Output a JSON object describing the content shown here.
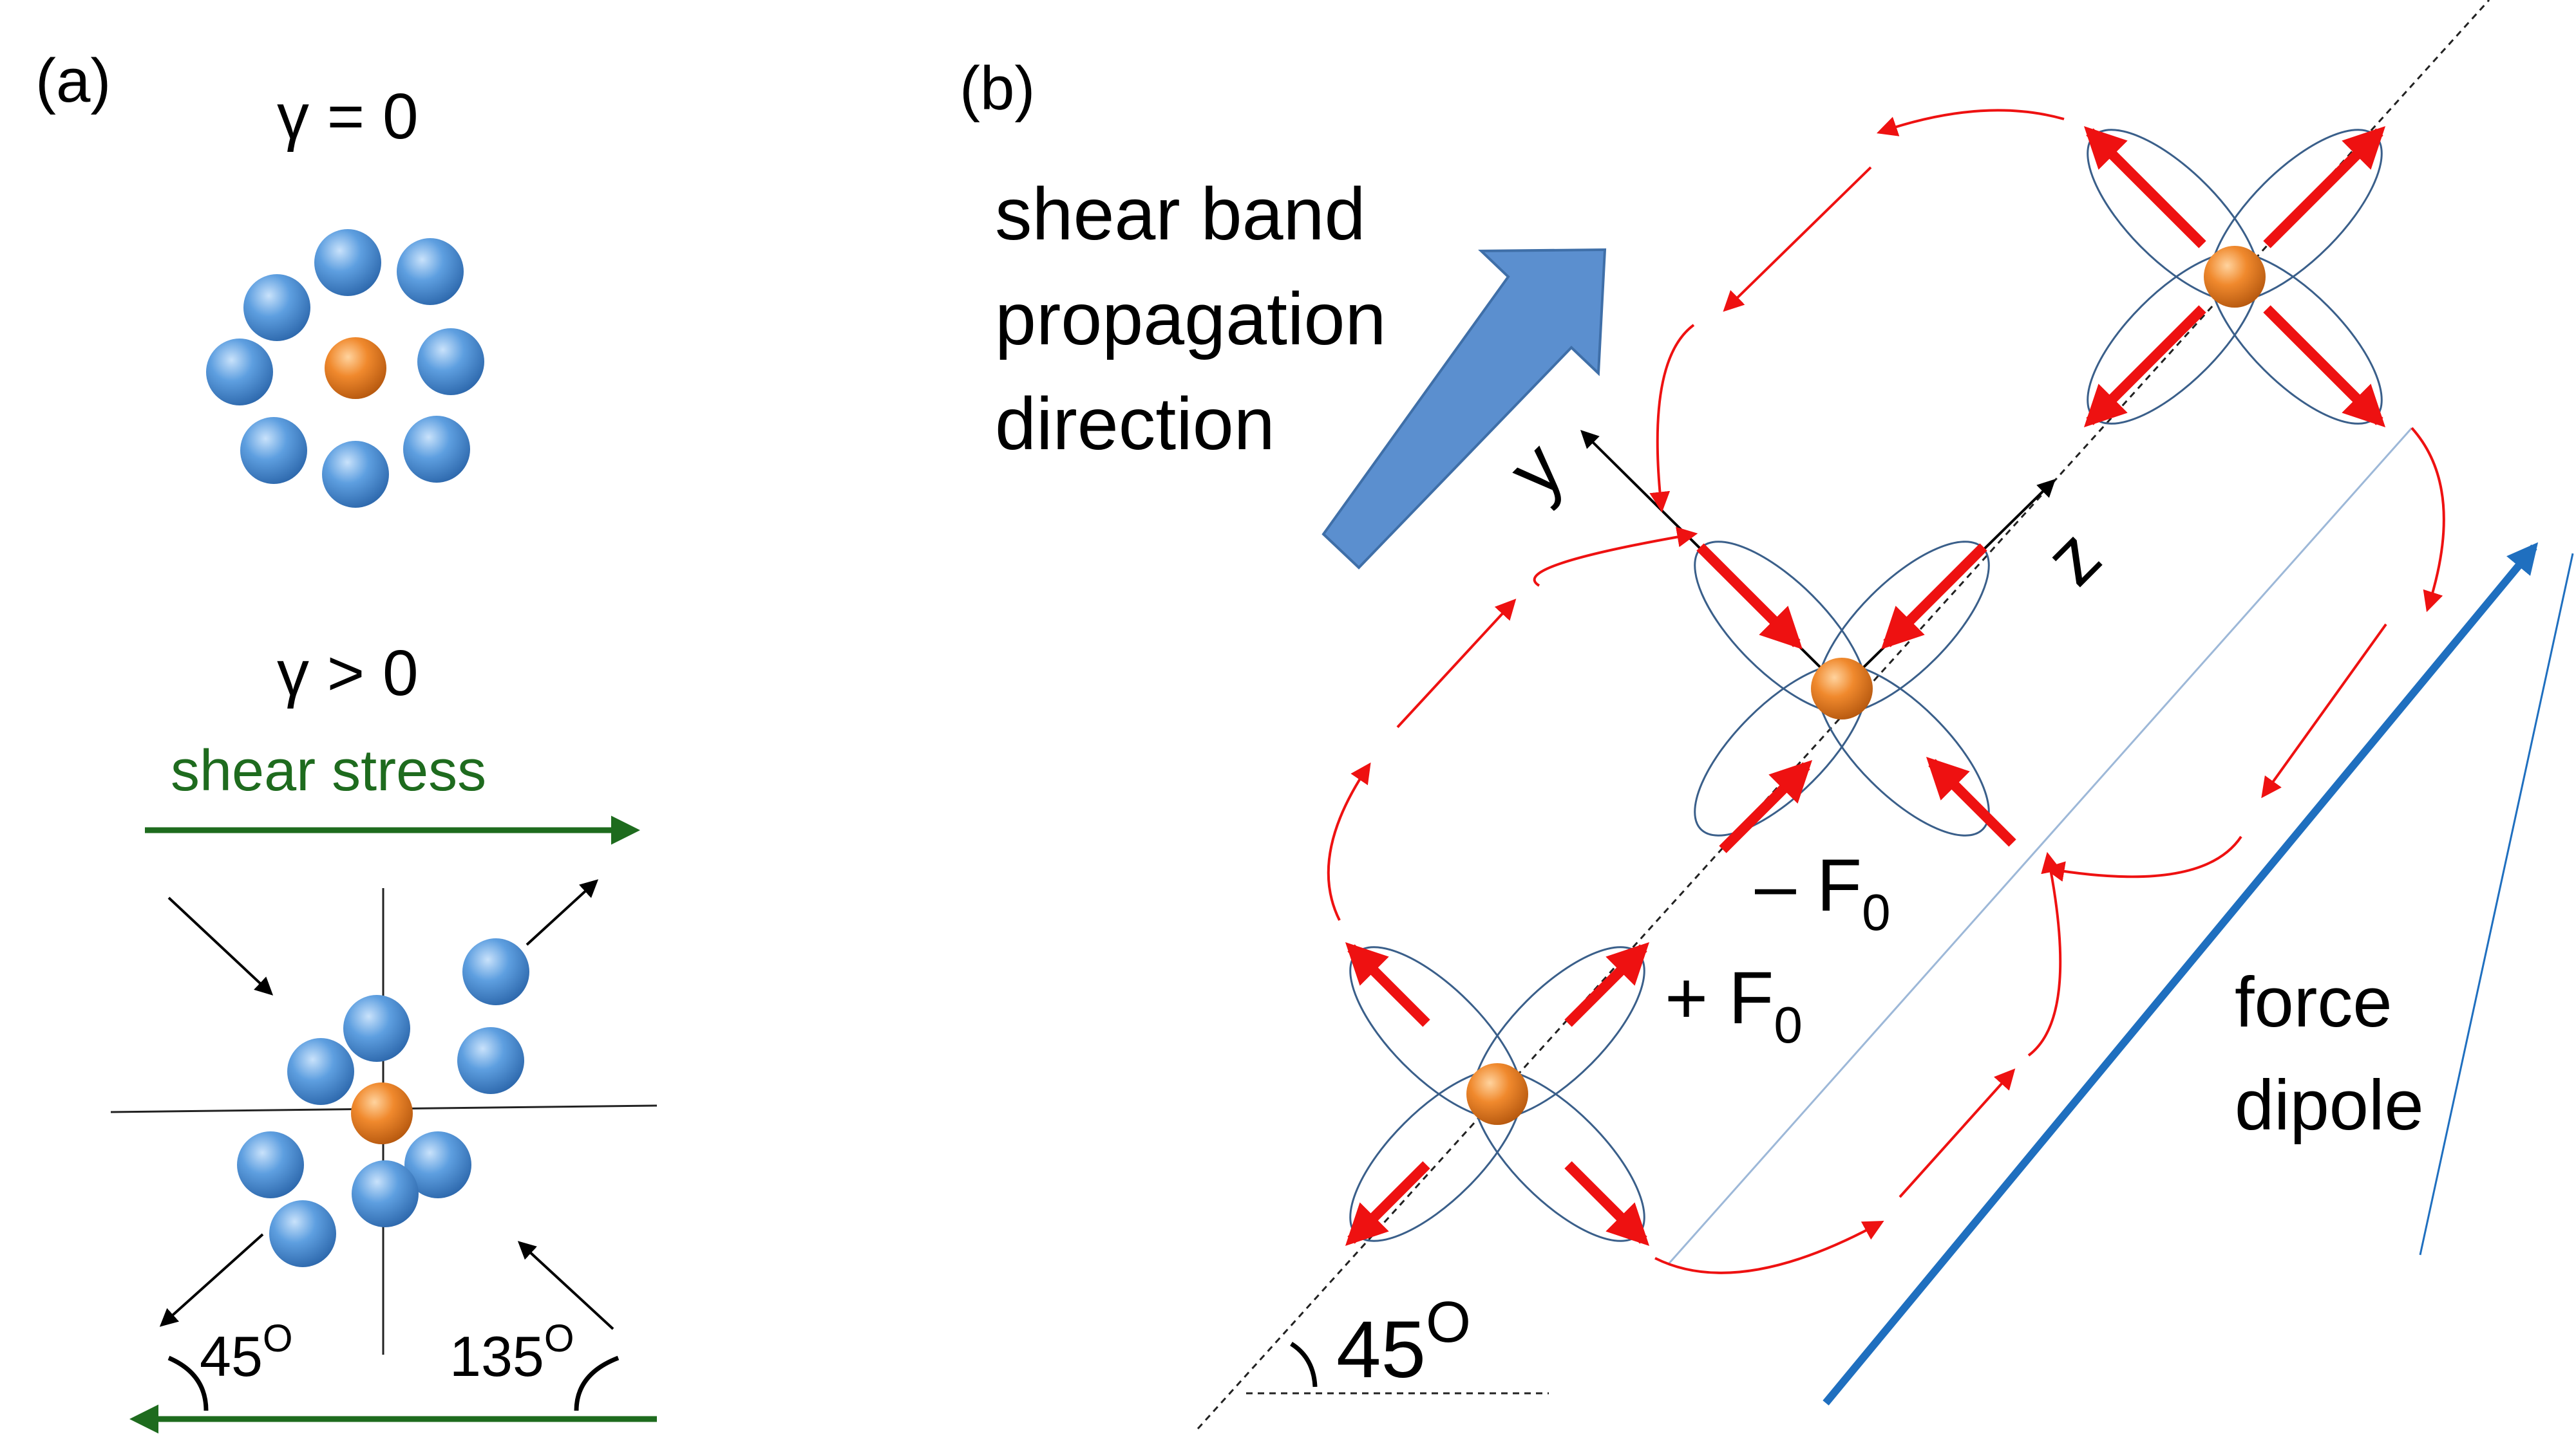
{
  "panel_a": {
    "label": "(a)",
    "gamma_zero": "γ = 0",
    "gamma_positive": "γ > 0",
    "shear_stress": "shear stress",
    "angle_45": "45",
    "angle_135": "135",
    "degree_mark": "O"
  },
  "panel_b": {
    "label": "(b)",
    "propagation_line1": "shear band",
    "propagation_line2": "propagation",
    "propagation_line3": "direction",
    "axis_y": "y",
    "axis_z": "z",
    "minus_f0": "– F",
    "plus_f0": "+ F",
    "subscript_zero": "0",
    "force_dipole_line1": "force",
    "force_dipole_line2": "dipole",
    "angle_45": "45",
    "degree_mark": "O"
  },
  "colors": {
    "atom_blue": "#4f93d6",
    "atom_orange": "#e8842a",
    "red_arrow": "#ee1111",
    "dark_green": "#1e6b1e",
    "ellipse_outline": "#3a5f8a",
    "blue_arrow": "#5b8fcf",
    "dipole_line": "#1f6fbf"
  }
}
